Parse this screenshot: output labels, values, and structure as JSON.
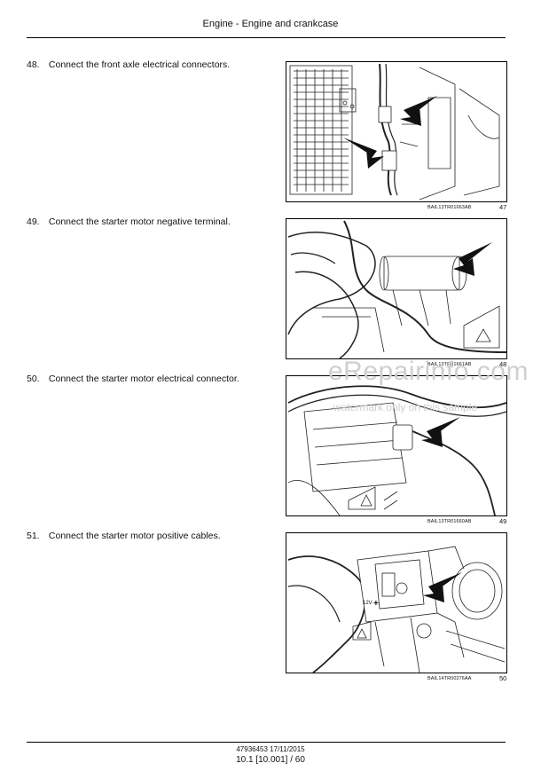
{
  "header": {
    "title": "Engine - Engine and crankcase"
  },
  "steps": [
    {
      "number": "48.",
      "text": "Connect the front axle electrical connectors.",
      "figure_code": "BAIL13TR01663AB",
      "figure_number": "47"
    },
    {
      "number": "49.",
      "text": "Connect the starter motor negative terminal.",
      "figure_code": "BAIL13TR01661AB",
      "figure_number": "48"
    },
    {
      "number": "50.",
      "text": "Connect the starter motor electrical connector.",
      "figure_code": "BAIL13TR01660AB",
      "figure_number": "49"
    },
    {
      "number": "51.",
      "text": "Connect the starter motor positive cables.",
      "figure_code": "BAIL14TR00276AA",
      "figure_number": "50"
    }
  ],
  "figure_labels": {
    "voltage": "12V",
    "plus": "+"
  },
  "footer": {
    "doc_date": "47936453 17/11/2015",
    "page_ref": "10.1 [10.001] / 60"
  },
  "watermark": {
    "site": "eRepairinfo.com",
    "note": "watermark only on this sample"
  }
}
